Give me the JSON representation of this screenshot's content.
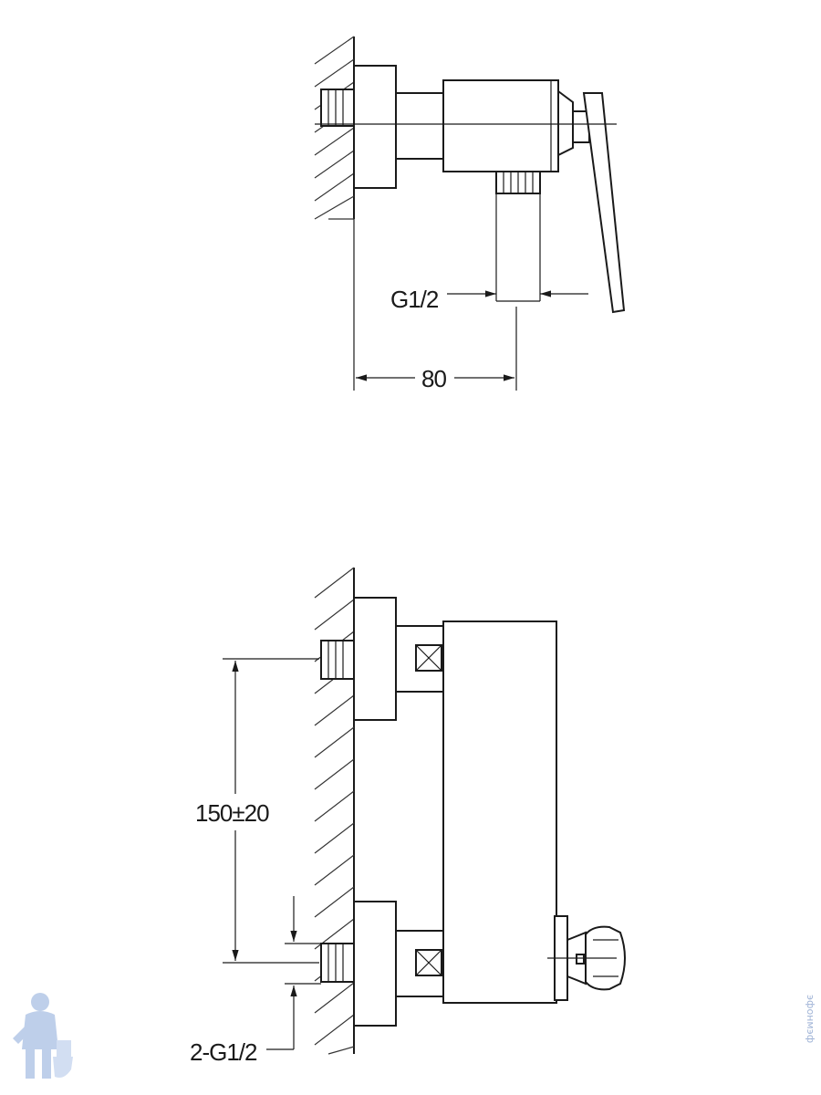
{
  "top_view": {
    "dim_outlet": "G1/2",
    "dim_depth": "80"
  },
  "front_view": {
    "dim_center_distance": "150±20",
    "dim_inlets": "2-G1/2"
  },
  "watermark": {
    "text": "эфонмэф",
    "icon": "plumber-mascot-icon",
    "color": "#9fb3d6"
  }
}
